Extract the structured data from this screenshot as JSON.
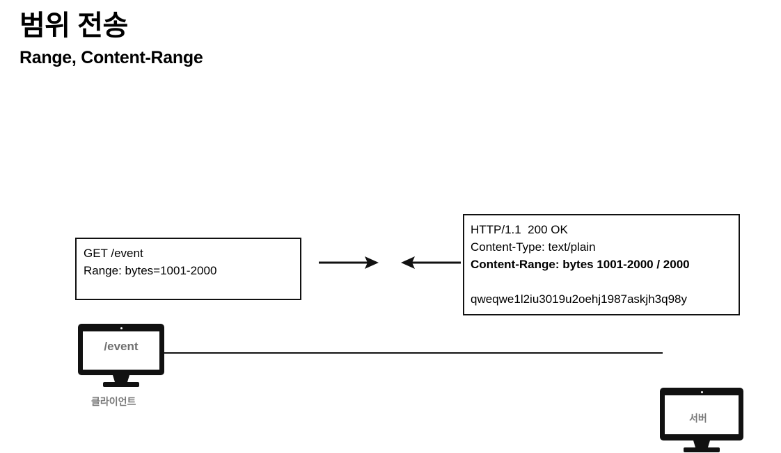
{
  "title": "범위 전송",
  "subtitle": "Range, Content-Range",
  "colors": {
    "ink": "#111111",
    "background": "#ffffff",
    "label_gray": "#7a7a7a",
    "screen_text_gray": "#6f6f6f"
  },
  "request_box": {
    "name": "http-request-message",
    "lines": [
      {
        "text": "GET /event",
        "bold": false
      },
      {
        "text": "Range: bytes=1001-2000",
        "bold": false
      }
    ]
  },
  "response_box": {
    "name": "http-response-message",
    "lines": [
      {
        "text": "HTTP/1.1  200 OK",
        "bold": false
      },
      {
        "text": "Content-Type: text/plain",
        "bold": false
      },
      {
        "text": "Content-Range: bytes 1001-2000 / 2000",
        "bold": true
      },
      {
        "text": "",
        "bold": false
      },
      {
        "text": "qweqwe1l2iu3019u2oehj1987askjh3q98y",
        "bold": false
      }
    ]
  },
  "arrows": [
    {
      "name": "request-arrow",
      "direction": "right",
      "icon": "arrow-right-icon"
    },
    {
      "name": "response-arrow",
      "direction": "left",
      "icon": "arrow-left-icon"
    }
  ],
  "client": {
    "icon": "desktop-monitor-icon",
    "screen_text": "/event",
    "label": "클라이언트"
  },
  "server": {
    "icon": "desktop-monitor-icon",
    "screen_text": "",
    "label": "서버"
  },
  "connection": {
    "name": "network-link",
    "style": "solid-line"
  }
}
